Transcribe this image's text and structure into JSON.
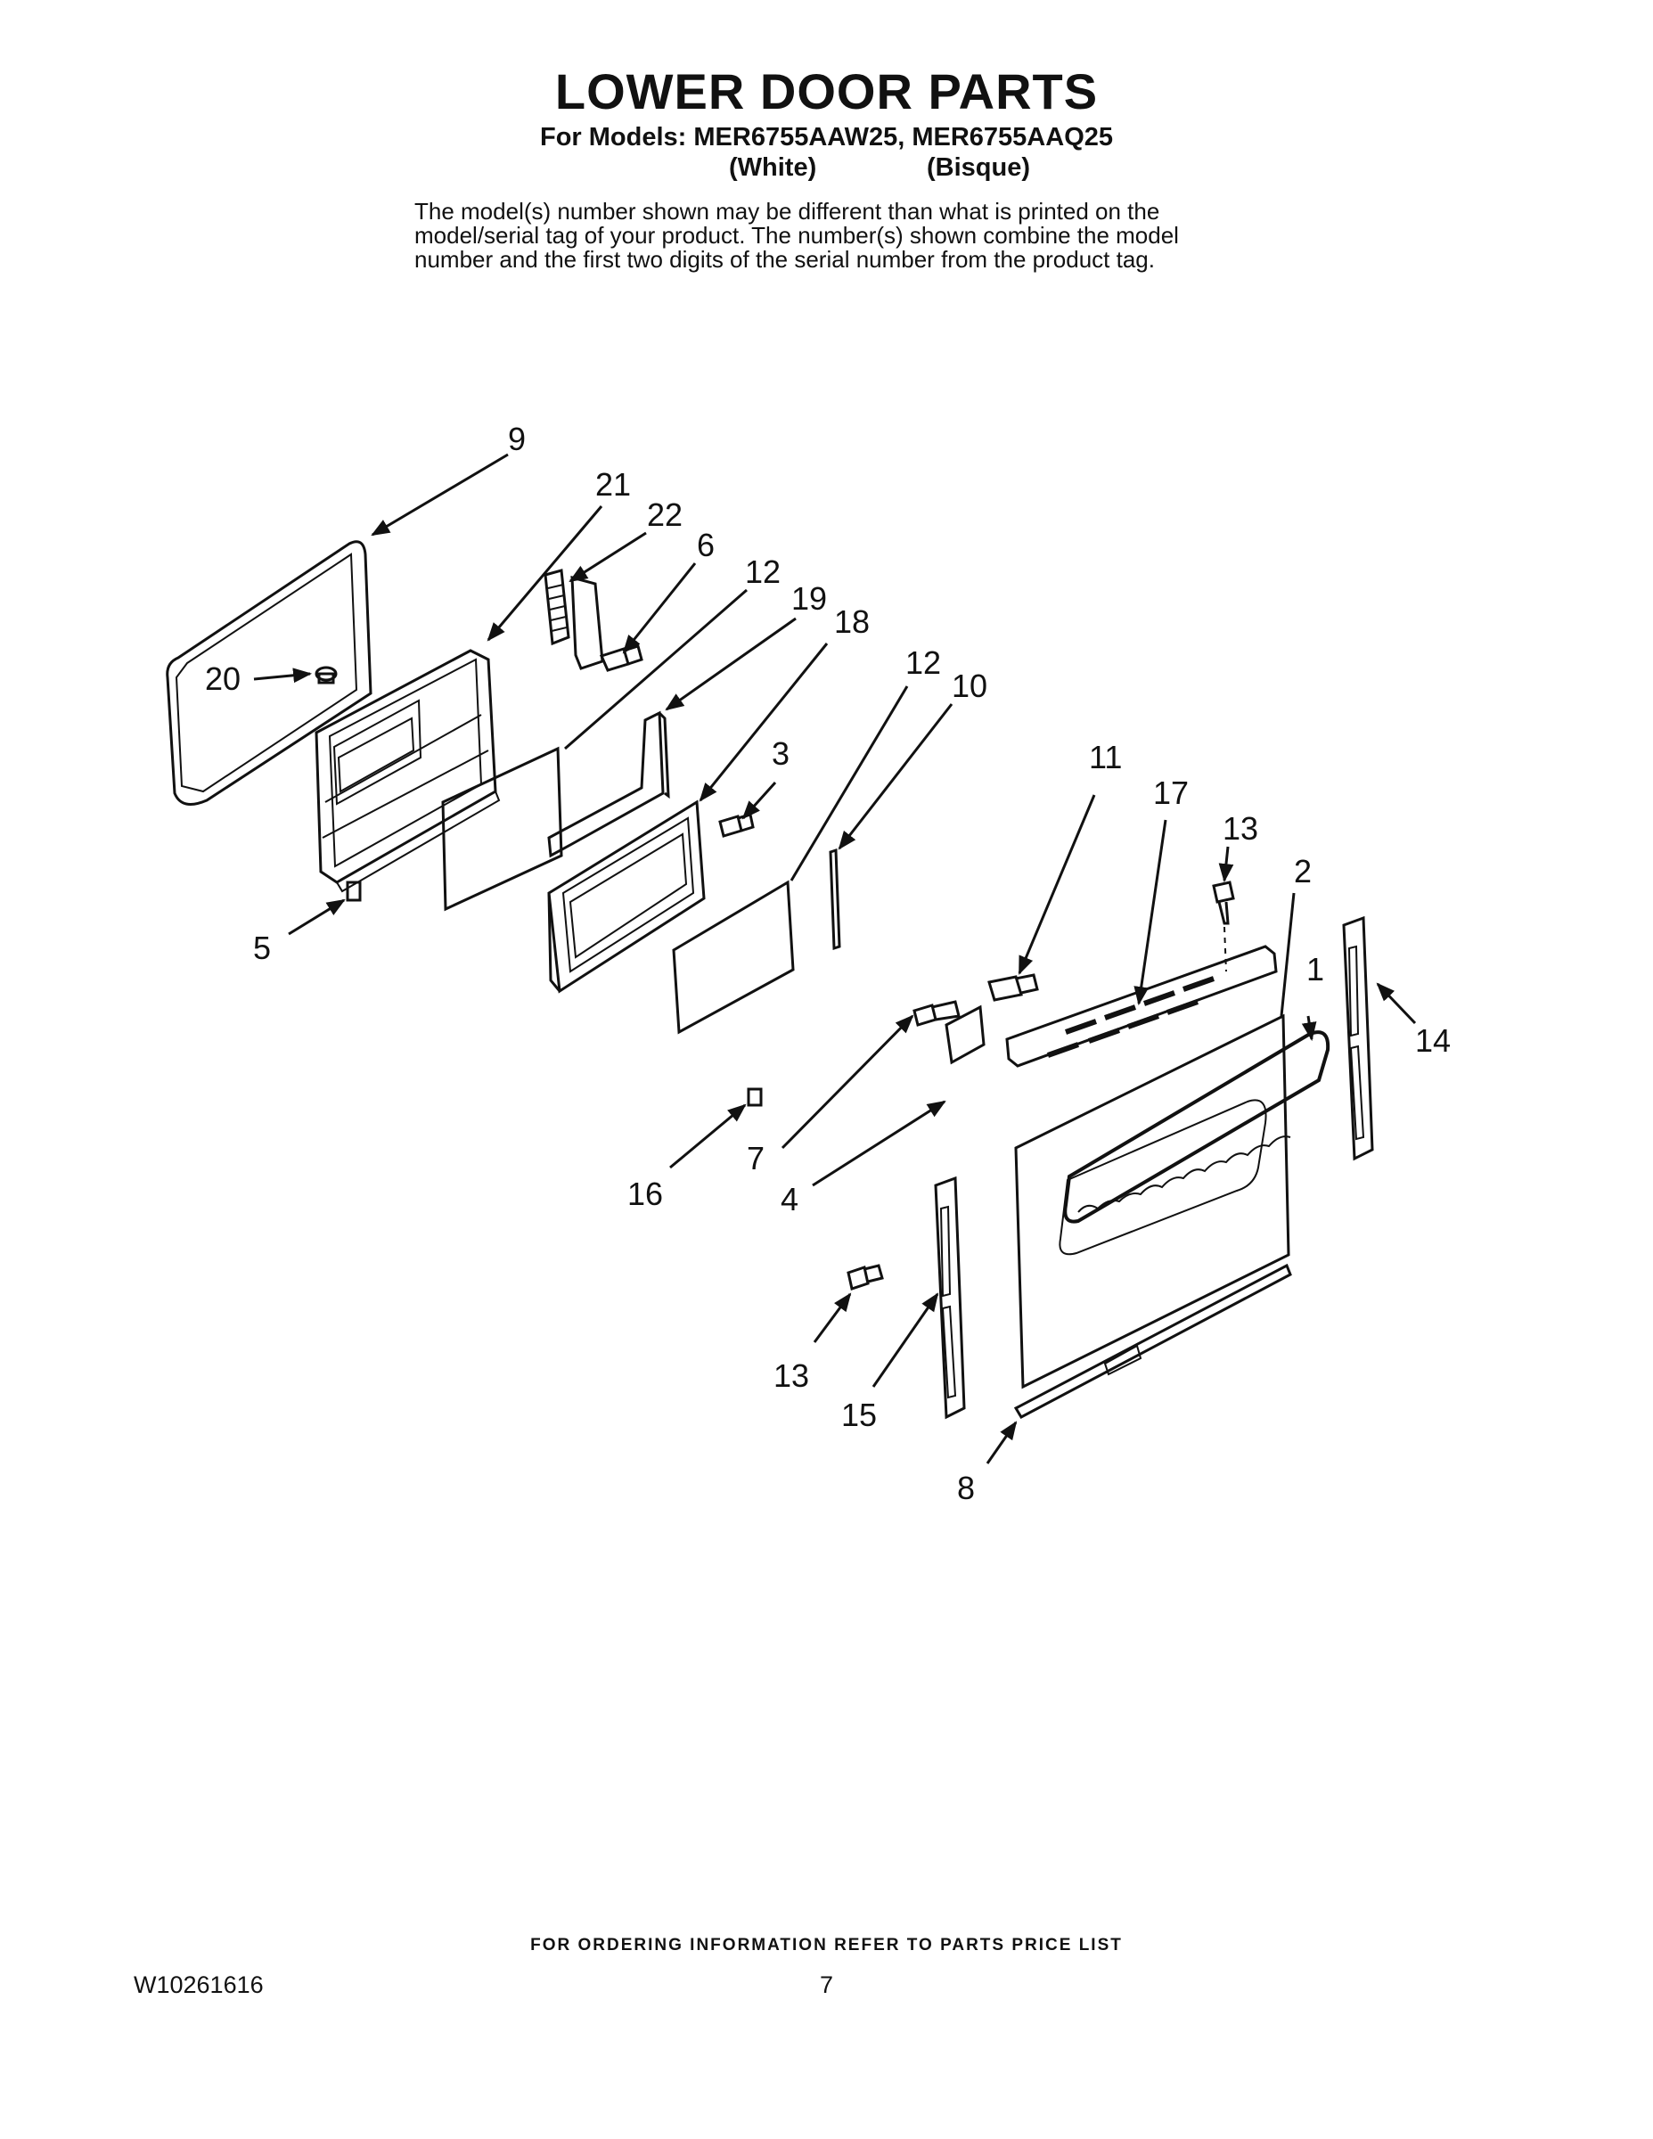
{
  "header": {
    "title": "LOWER DOOR PARTS",
    "models_line": "For Models: MER6755AAW25, MER6755AAQ25",
    "variant_white": "(White)",
    "variant_bisque": "(Bisque)"
  },
  "note": {
    "line1": "The model(s) number shown may be different than what is printed on the",
    "line2": "model/serial tag of your product. The number(s) shown combine the model",
    "line3": "number and the first two digits of the serial number from the product tag."
  },
  "callouts": [
    {
      "label": "9"
    },
    {
      "label": "21"
    },
    {
      "label": "22"
    },
    {
      "label": "6"
    },
    {
      "label": "12"
    },
    {
      "label": "19"
    },
    {
      "label": "18"
    },
    {
      "label": "20"
    },
    {
      "label": "12"
    },
    {
      "label": "10"
    },
    {
      "label": "3"
    },
    {
      "label": "11"
    },
    {
      "label": "17"
    },
    {
      "label": "13"
    },
    {
      "label": "2"
    },
    {
      "label": "1"
    },
    {
      "label": "14"
    },
    {
      "label": "5"
    },
    {
      "label": "7"
    },
    {
      "label": "4"
    },
    {
      "label": "16"
    },
    {
      "label": "13"
    },
    {
      "label": "15"
    },
    {
      "label": "8"
    }
  ],
  "footer": {
    "ordering": "FOR ORDERING INFORMATION REFER TO PARTS PRICE LIST",
    "doc_number": "W10261616",
    "page_number": "7"
  }
}
